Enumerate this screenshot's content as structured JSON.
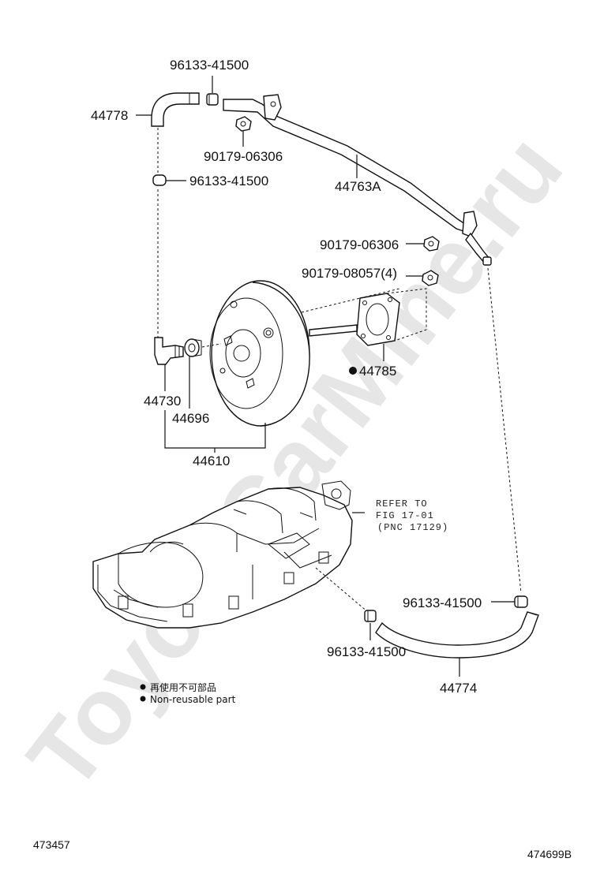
{
  "watermark": "ToyotaCarMine.ru",
  "labels": {
    "clamp_top": "96133-41500",
    "hose_44778": "44778",
    "nut_top": "90179-06306",
    "clamp_upper_left": "96133-41500",
    "tube_44763a": "44763A",
    "nut_right": "90179-06306",
    "nut_4": "90179-08057(4)",
    "gasket": "44785",
    "check_valve": "44730",
    "grommet": "44696",
    "booster": "44610",
    "clamp_lower_right": "96133-41500",
    "clamp_lower_mid": "96133-41500",
    "hose_44774": "44774"
  },
  "refer": {
    "line1": "REFER TO",
    "line2": "FIG 17-01",
    "line3": "(PNC 17129)"
  },
  "legend": {
    "line1": "再使用不可部品",
    "line2": "Non-reusable part"
  },
  "footer": {
    "left": "473457",
    "right": "474699B"
  }
}
